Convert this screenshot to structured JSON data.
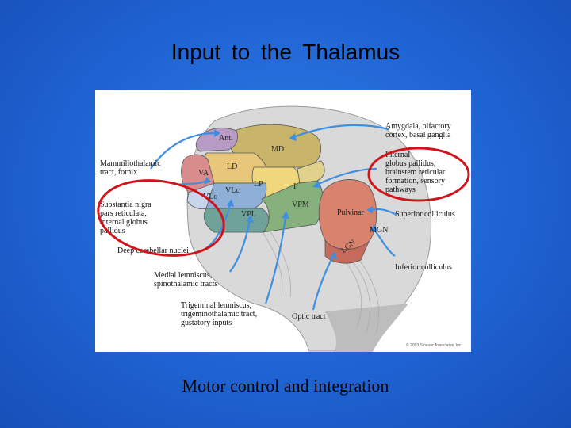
{
  "slide": {
    "title": "Input  to  the  Thalamus",
    "caption": "Motor control and integration"
  },
  "figure": {
    "left_labels": {
      "mammillothalamic_1": "Mammillothalamic",
      "mammillothalamic_2": "tract, fornix",
      "substantia_1": "Substantia nigra",
      "substantia_2": "pars reticulata,",
      "substantia_3": "internal globus",
      "substantia_4": "pallidus",
      "deep_cerebellar": "Deep cerebellar nuclei",
      "medial_1": "Medial lemniscus,",
      "medial_2": "spinothalamic tracts",
      "trigeminal_1": "Trigeminal lemniscus,",
      "trigeminal_2": "trigeminothalamic tract,",
      "trigeminal_3": "gustatory inputs"
    },
    "right_labels": {
      "amygdala_1": "Amygdala, olfactory",
      "amygdala_2": "cortex, basal ganglia",
      "internal_1": "Internal",
      "internal_2": "globus pallidus,",
      "internal_3": "brainstem reticular",
      "internal_4": "formation, sensory",
      "internal_5": "pathways",
      "superior": "Superior colliculus",
      "mgn": "MGN",
      "inferior": "Inferior colliculus",
      "optic": "Optic tract"
    },
    "nuclei": {
      "ant": "Ant.",
      "md": "MD",
      "ld": "LD",
      "va": "VA",
      "lp": "LP",
      "vlc": "VLc",
      "vlo": "VLo",
      "vpl": "VPL",
      "vpm": "VPM",
      "pulvinar": "Pulvinar",
      "lgn": "LGN",
      "i": "I"
    },
    "credit": "© 2003 Sinauer Associates, Inc.",
    "colors": {
      "ant": "#b79bc4",
      "md": "#c9b56a",
      "ld": "#e8c67a",
      "va": "#d98c8c",
      "lp": "#f0d77c",
      "vl": "#8fb0d6",
      "vpl": "#6fa39a",
      "vpm": "#86b07c",
      "pulvinar": "#d9826d",
      "highlight_circle": "#d0141c",
      "arrow": "#3f8fe0"
    }
  }
}
